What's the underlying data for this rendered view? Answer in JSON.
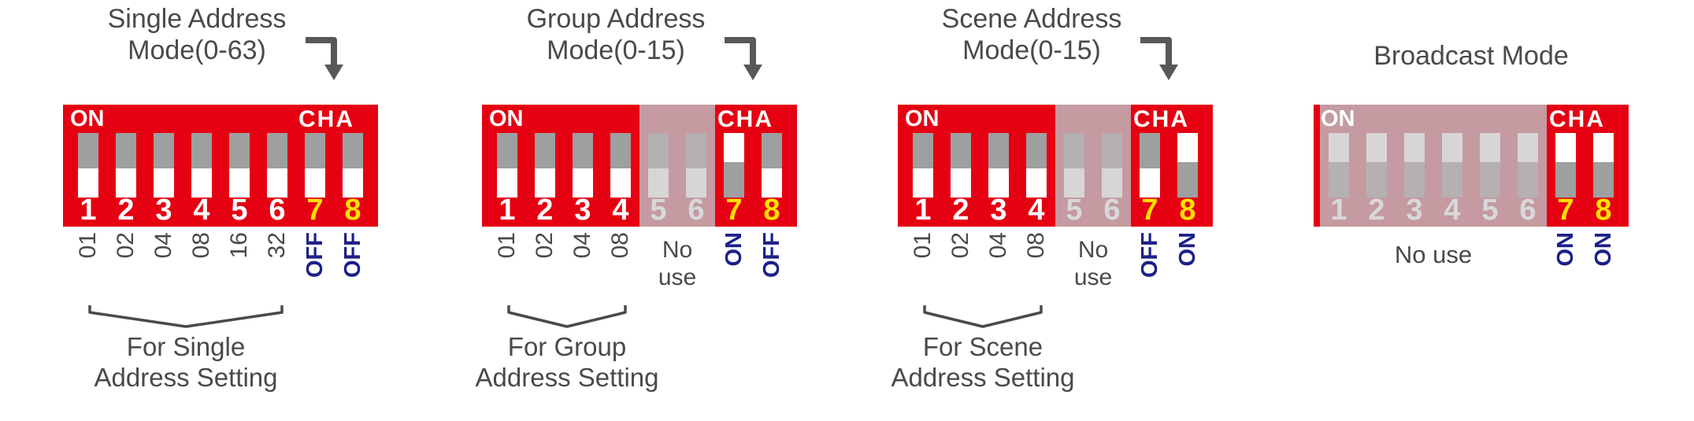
{
  "colors": {
    "dip_red": "#e50012",
    "no_use_overlay": "#c59aa1",
    "slot_gray": "#9e9f9f",
    "slot_gray_faded": "#b5b0b2",
    "handle_white": "#ffffff",
    "handle_faded": "#d8d5d6",
    "num_yellow": "#ffe100",
    "num_faded": "#d8d8da",
    "onoff_blue": "#1d2088",
    "text_dark": "#4c4948",
    "arrow_gray": "#595757"
  },
  "panels": [
    {
      "name": "single-address-mode",
      "title": {
        "line1": "Single Address",
        "line2": "Mode(0-63)"
      },
      "dip": {
        "on_label": "ON",
        "cha_label": "CHA",
        "switches": [
          {
            "num": "1",
            "state": "off"
          },
          {
            "num": "2",
            "state": "off"
          },
          {
            "num": "3",
            "state": "off"
          },
          {
            "num": "4",
            "state": "off"
          },
          {
            "num": "5",
            "state": "off"
          },
          {
            "num": "6",
            "state": "off"
          },
          {
            "num": "7",
            "state": "off"
          },
          {
            "num": "8",
            "state": "off"
          }
        ]
      },
      "value_labels": [
        "01",
        "02",
        "04",
        "08",
        "16",
        "32"
      ],
      "channel7_label": "OFF",
      "channel8_label": "OFF",
      "caption": {
        "line1": "For Single",
        "line2": "Address Setting"
      }
    },
    {
      "name": "group-address-mode",
      "title": {
        "line1": "Group Address",
        "line2": "Mode(0-15)"
      },
      "dip": {
        "on_label": "ON",
        "cha_label": "CHA",
        "switches": [
          {
            "num": "1",
            "state": "off"
          },
          {
            "num": "2",
            "state": "off"
          },
          {
            "num": "3",
            "state": "off"
          },
          {
            "num": "4",
            "state": "off"
          },
          {
            "num": "5",
            "state": "nouse-off"
          },
          {
            "num": "6",
            "state": "nouse-off"
          },
          {
            "num": "7",
            "state": "on"
          },
          {
            "num": "8",
            "state": "off"
          }
        ]
      },
      "value_labels": [
        "01",
        "02",
        "04",
        "08"
      ],
      "no_use": {
        "line1": "No",
        "line2": "use"
      },
      "channel7_label": "ON",
      "channel8_label": "OFF",
      "caption": {
        "line1": "For Group",
        "line2": "Address Setting"
      }
    },
    {
      "name": "scene-address-mode",
      "title": {
        "line1": "Scene Address",
        "line2": "Mode(0-15)"
      },
      "dip": {
        "on_label": "ON",
        "cha_label": "CHA",
        "switches": [
          {
            "num": "1",
            "state": "off"
          },
          {
            "num": "2",
            "state": "off"
          },
          {
            "num": "3",
            "state": "off"
          },
          {
            "num": "4",
            "state": "off"
          },
          {
            "num": "5",
            "state": "nouse-off"
          },
          {
            "num": "6",
            "state": "nouse-off"
          },
          {
            "num": "7",
            "state": "off"
          },
          {
            "num": "8",
            "state": "on"
          }
        ]
      },
      "value_labels": [
        "01",
        "02",
        "04",
        "08"
      ],
      "no_use": {
        "line1": "No",
        "line2": "use"
      },
      "channel7_label": "OFF",
      "channel8_label": "ON",
      "caption": {
        "line1": "For Scene",
        "line2": "Address Setting"
      }
    },
    {
      "name": "broadcast-mode",
      "title": {
        "line1": "Broadcast Mode"
      },
      "dip": {
        "on_label": "ON",
        "cha_label": "CHA",
        "switches": [
          {
            "num": "1",
            "state": "nouse-on"
          },
          {
            "num": "2",
            "state": "nouse-on"
          },
          {
            "num": "3",
            "state": "nouse-on"
          },
          {
            "num": "4",
            "state": "nouse-on"
          },
          {
            "num": "5",
            "state": "nouse-on"
          },
          {
            "num": "6",
            "state": "nouse-on"
          },
          {
            "num": "7",
            "state": "on"
          },
          {
            "num": "8",
            "state": "on"
          }
        ]
      },
      "no_use": {
        "line1": "No use"
      },
      "channel7_label": "ON",
      "channel8_label": "ON"
    }
  ]
}
